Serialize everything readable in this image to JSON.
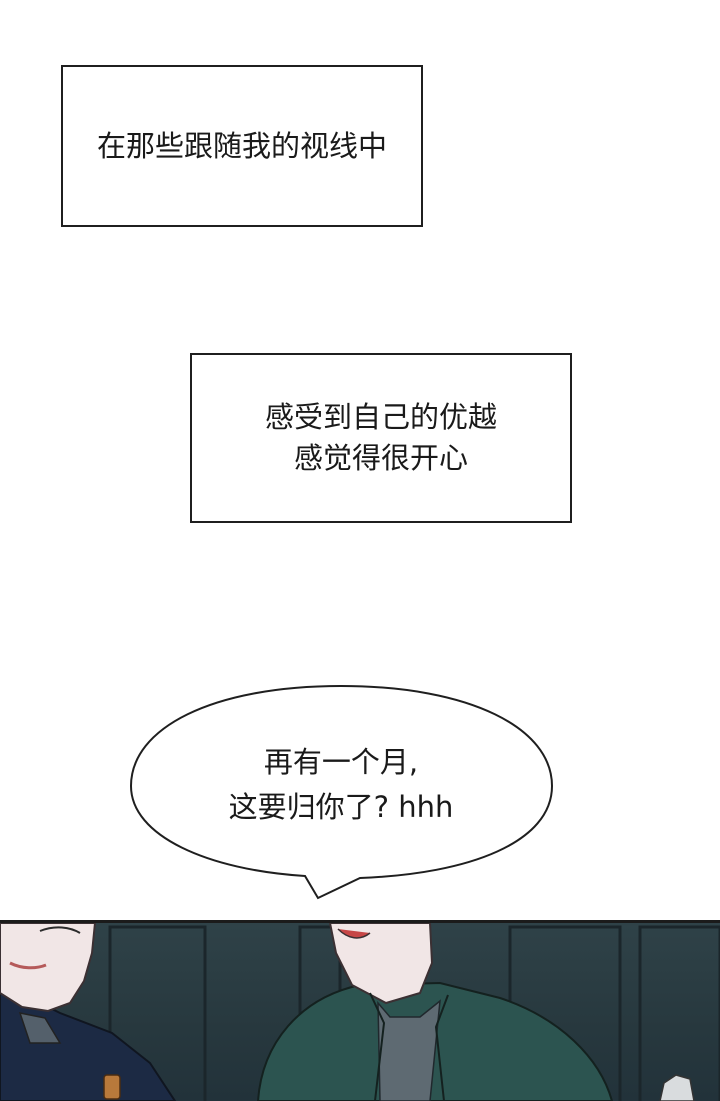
{
  "captions": [
    {
      "lines": [
        "在那些跟随我的视线中"
      ]
    },
    {
      "lines": [
        "感受到自己的优越",
        "感觉得很开心"
      ]
    }
  ],
  "speech_bubble": {
    "lines": [
      "再有一个月,",
      "这要归你了? hhh"
    ]
  },
  "scene": {
    "description_colors": {
      "wall": "#2f4248",
      "jacket_left": "#1c2a44",
      "jacket_right": "#2c5450",
      "shirt": "#5e6a72",
      "skin": "#f1e6e6"
    }
  }
}
